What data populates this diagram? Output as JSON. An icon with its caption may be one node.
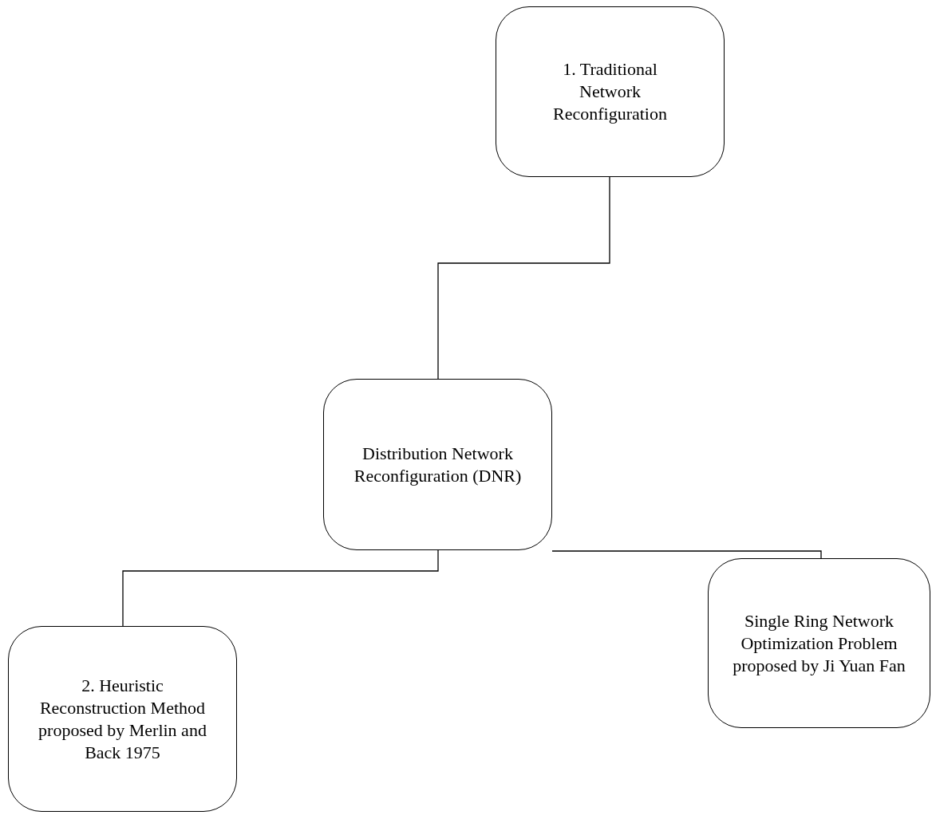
{
  "diagram": {
    "nodes": [
      {
        "text": [
          "1. Traditional Network Reconfiguration"
        ]
      },
      {
        "text": [
          "Distribution Network Reconfiguration (DNR)"
        ]
      },
      {
        "text": [
          "Single Ring Network Optimization Problem proposed by Ji Yuan Fan"
        ]
      },
      {
        "text": [
          "2. Heuristic Reconstruction Method proposed by Merlin and Back 1975"
        ]
      }
    ],
    "edges": [
      {
        "from": 0,
        "to": 1,
        "arrow": "none"
      },
      {
        "from": 1,
        "to": 3,
        "arrow": "none"
      },
      {
        "from": 1,
        "to": 2,
        "arrow": "none"
      }
    ]
  }
}
